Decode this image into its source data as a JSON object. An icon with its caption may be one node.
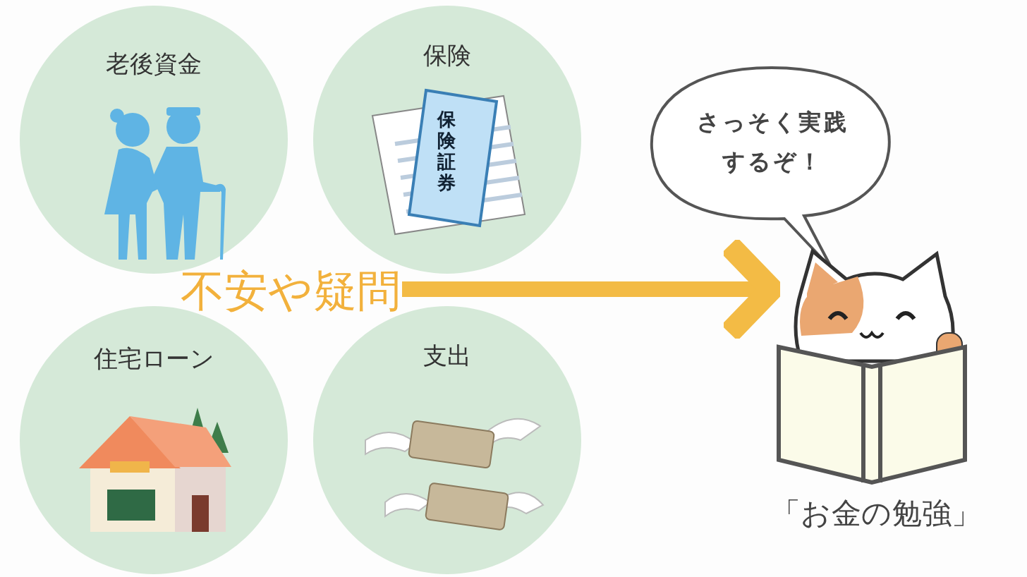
{
  "diagram": {
    "nodes": [
      {
        "text": [
          "老後資金"
        ]
      },
      {
        "text": [
          "保険"
        ]
      },
      {
        "text": [
          "不安や疑問"
        ]
      },
      {
        "text": [
          "住宅ローン"
        ]
      },
      {
        "text": [
          "支出"
        ]
      },
      {
        "text": [
          "さっそく実践するぞ！"
        ]
      },
      {
        "text": [],
        "shape": "picture",
        "beside": [
          "「お金の勉強」"
        ]
      }
    ],
    "edges": [
      {
        "from": 2,
        "to": 6,
        "arrow": "to"
      }
    ],
    "labels": [
      "保険証券"
    ]
  }
}
